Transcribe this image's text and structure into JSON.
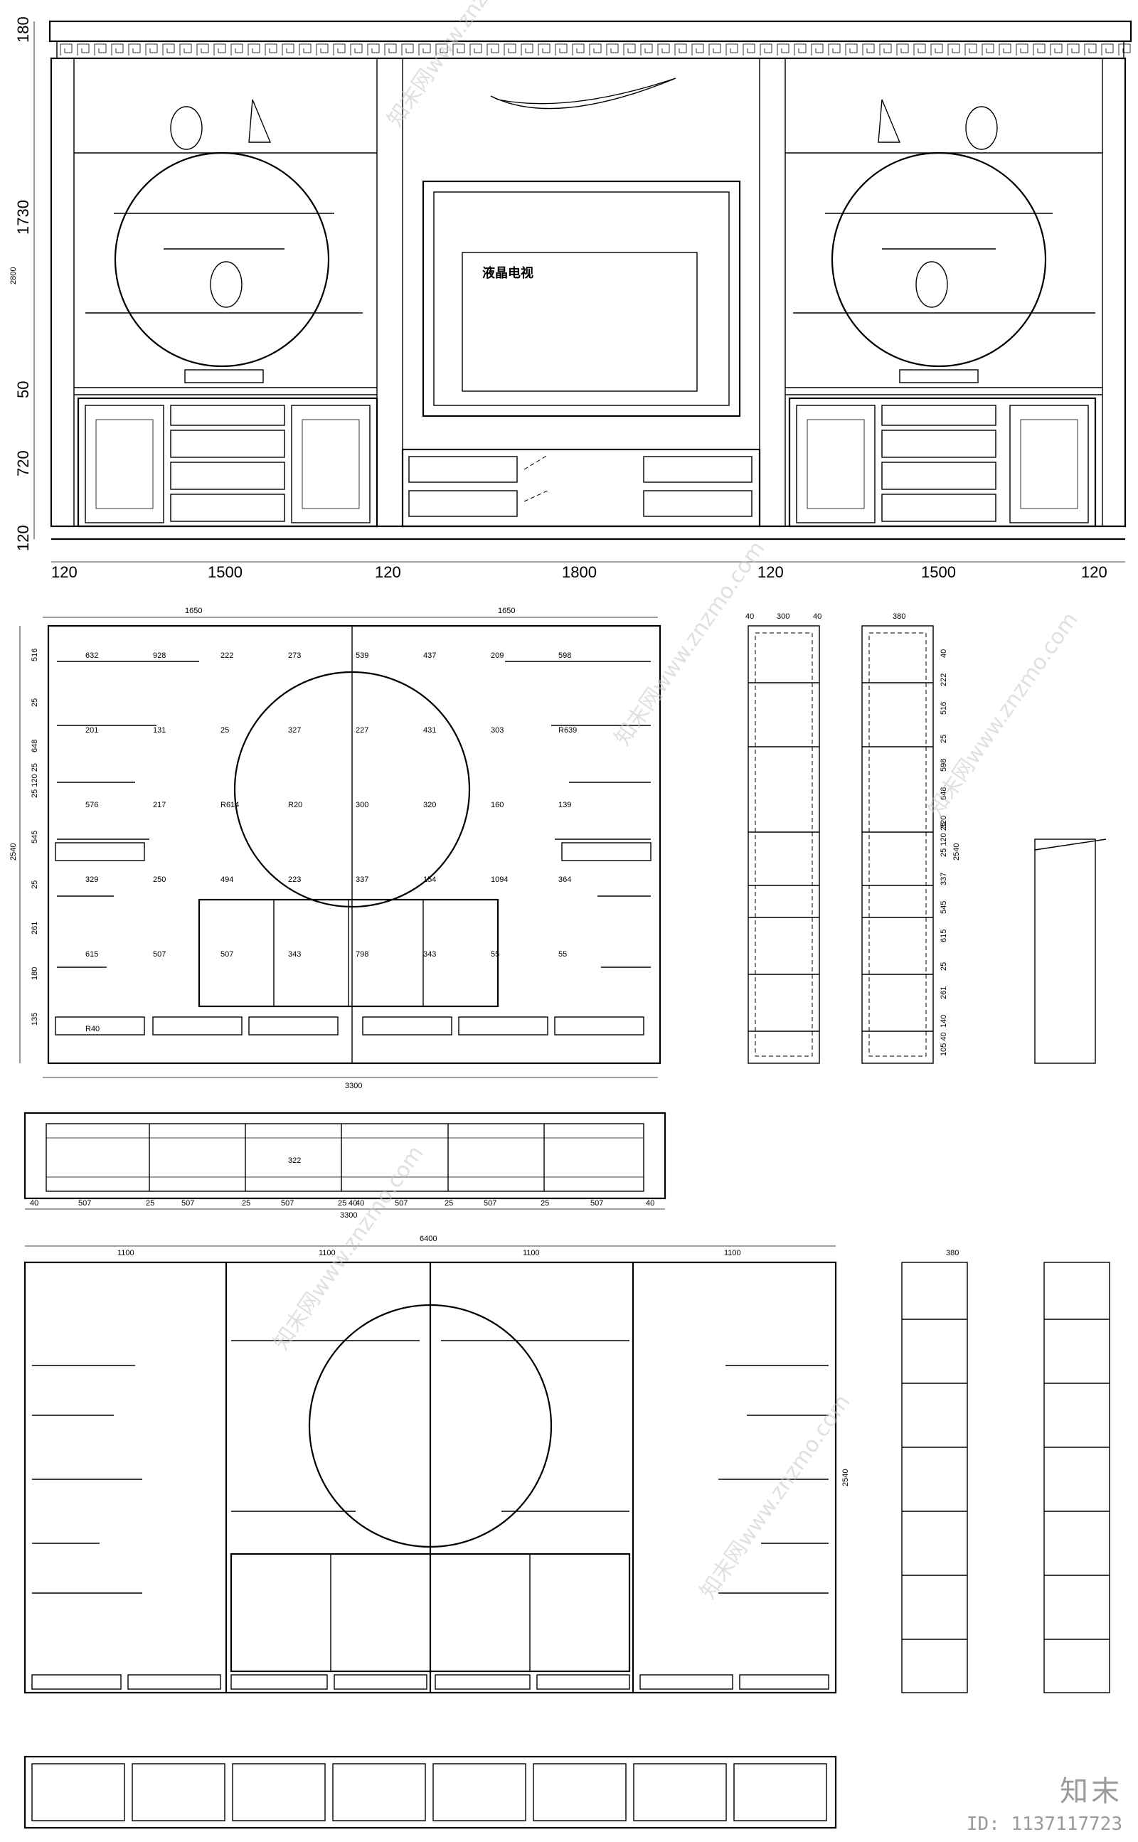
{
  "title": "",
  "elevation": {
    "tv_label": "液晶电视",
    "left_dims": [
      "180",
      "1730",
      "50",
      "720",
      "120"
    ],
    "bottom_dims": [
      "120",
      "1500",
      "120",
      "1800",
      "120",
      "1500",
      "120"
    ],
    "cut_dim": "2800"
  },
  "front_view": {
    "top_dims": [
      "1650",
      "1650"
    ],
    "total_width": "3300",
    "height": "2540",
    "left_dims": [
      "516",
      "25",
      "648",
      "25 120 25",
      "545",
      "25",
      "261",
      "180",
      "135"
    ],
    "labels": [
      "632",
      "928",
      "222",
      "273",
      "539",
      "437",
      "209",
      "598",
      "201",
      "131",
      "25",
      "327",
      "227",
      "431",
      "303",
      "R639",
      "576",
      "217",
      "R614",
      "R20",
      "300",
      "320",
      "160",
      "139",
      "329",
      "250",
      "494",
      "223",
      "337",
      "154",
      "1094",
      "364",
      "615",
      "507",
      "507",
      "343",
      "798",
      "343",
      "55",
      "55",
      "R40"
    ]
  },
  "plan_view": {
    "dims": [
      "40",
      "507",
      "25",
      "507",
      "25",
      "507",
      "25",
      "40",
      "40",
      "507",
      "25",
      "507",
      "25",
      "507",
      "40"
    ],
    "total": "3300",
    "depth": "322"
  },
  "side_views": {
    "narrow_top": [
      "40",
      "300",
      "40"
    ],
    "wide_top": "380",
    "right_dims": [
      "40",
      "222",
      "516",
      "25",
      "598",
      "648",
      "320",
      "25 120 25",
      "337",
      "545",
      "615",
      "25",
      "261",
      "140",
      "105 40"
    ],
    "height": "2540"
  },
  "large_view": {
    "total_width": "6400",
    "module_widths": [
      "1100",
      "1100",
      "1100",
      "1100"
    ],
    "height": "2540",
    "side_width": "380"
  },
  "watermark": "知末网www.znzmo.com",
  "brand": "知末",
  "brand_id": "ID: 1137117723"
}
